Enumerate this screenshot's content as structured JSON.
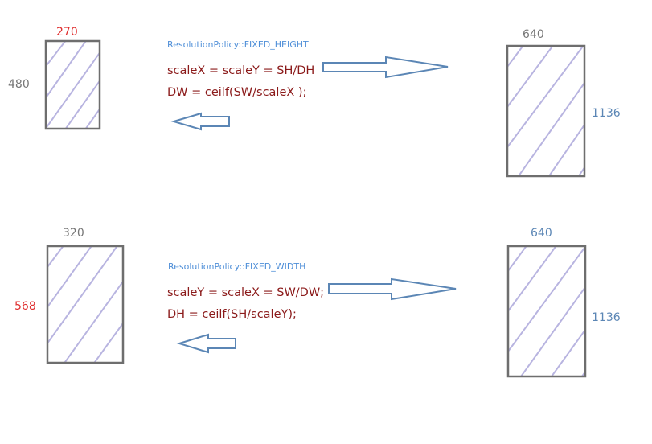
{
  "top_left": {
    "width_label": "270",
    "height_label": "480"
  },
  "top_right": {
    "width_label": "640",
    "height_label": "1136"
  },
  "top_policy": "ResolutionPolicy::FIXED_HEIGHT",
  "top_formula": {
    "line1": "scaleX = scaleY = SH/DH",
    "line2": "DW = ceilf(SW/scaleX );"
  },
  "bottom_left": {
    "width_label": "320",
    "height_label": "568"
  },
  "bottom_right": {
    "width_label": "640",
    "height_label": "1136"
  },
  "bottom_policy": "ResolutionPolicy::FIXED_WIDTH",
  "bottom_formula": {
    "line1": "scaleY = scaleX = SW/DW;",
    "line2": "DH = ceilf(SH/scaleY);"
  },
  "colors": {
    "rect_border": "#6e6e6e",
    "hatch": "#b8b4e0",
    "arrow_stroke": "#5b86b5",
    "formula_text": "#8b1a1a",
    "policy_text": "#4f8fd8",
    "red_label": "#e03030",
    "gray_label": "#777777",
    "blue_label": "#5b86b5"
  }
}
